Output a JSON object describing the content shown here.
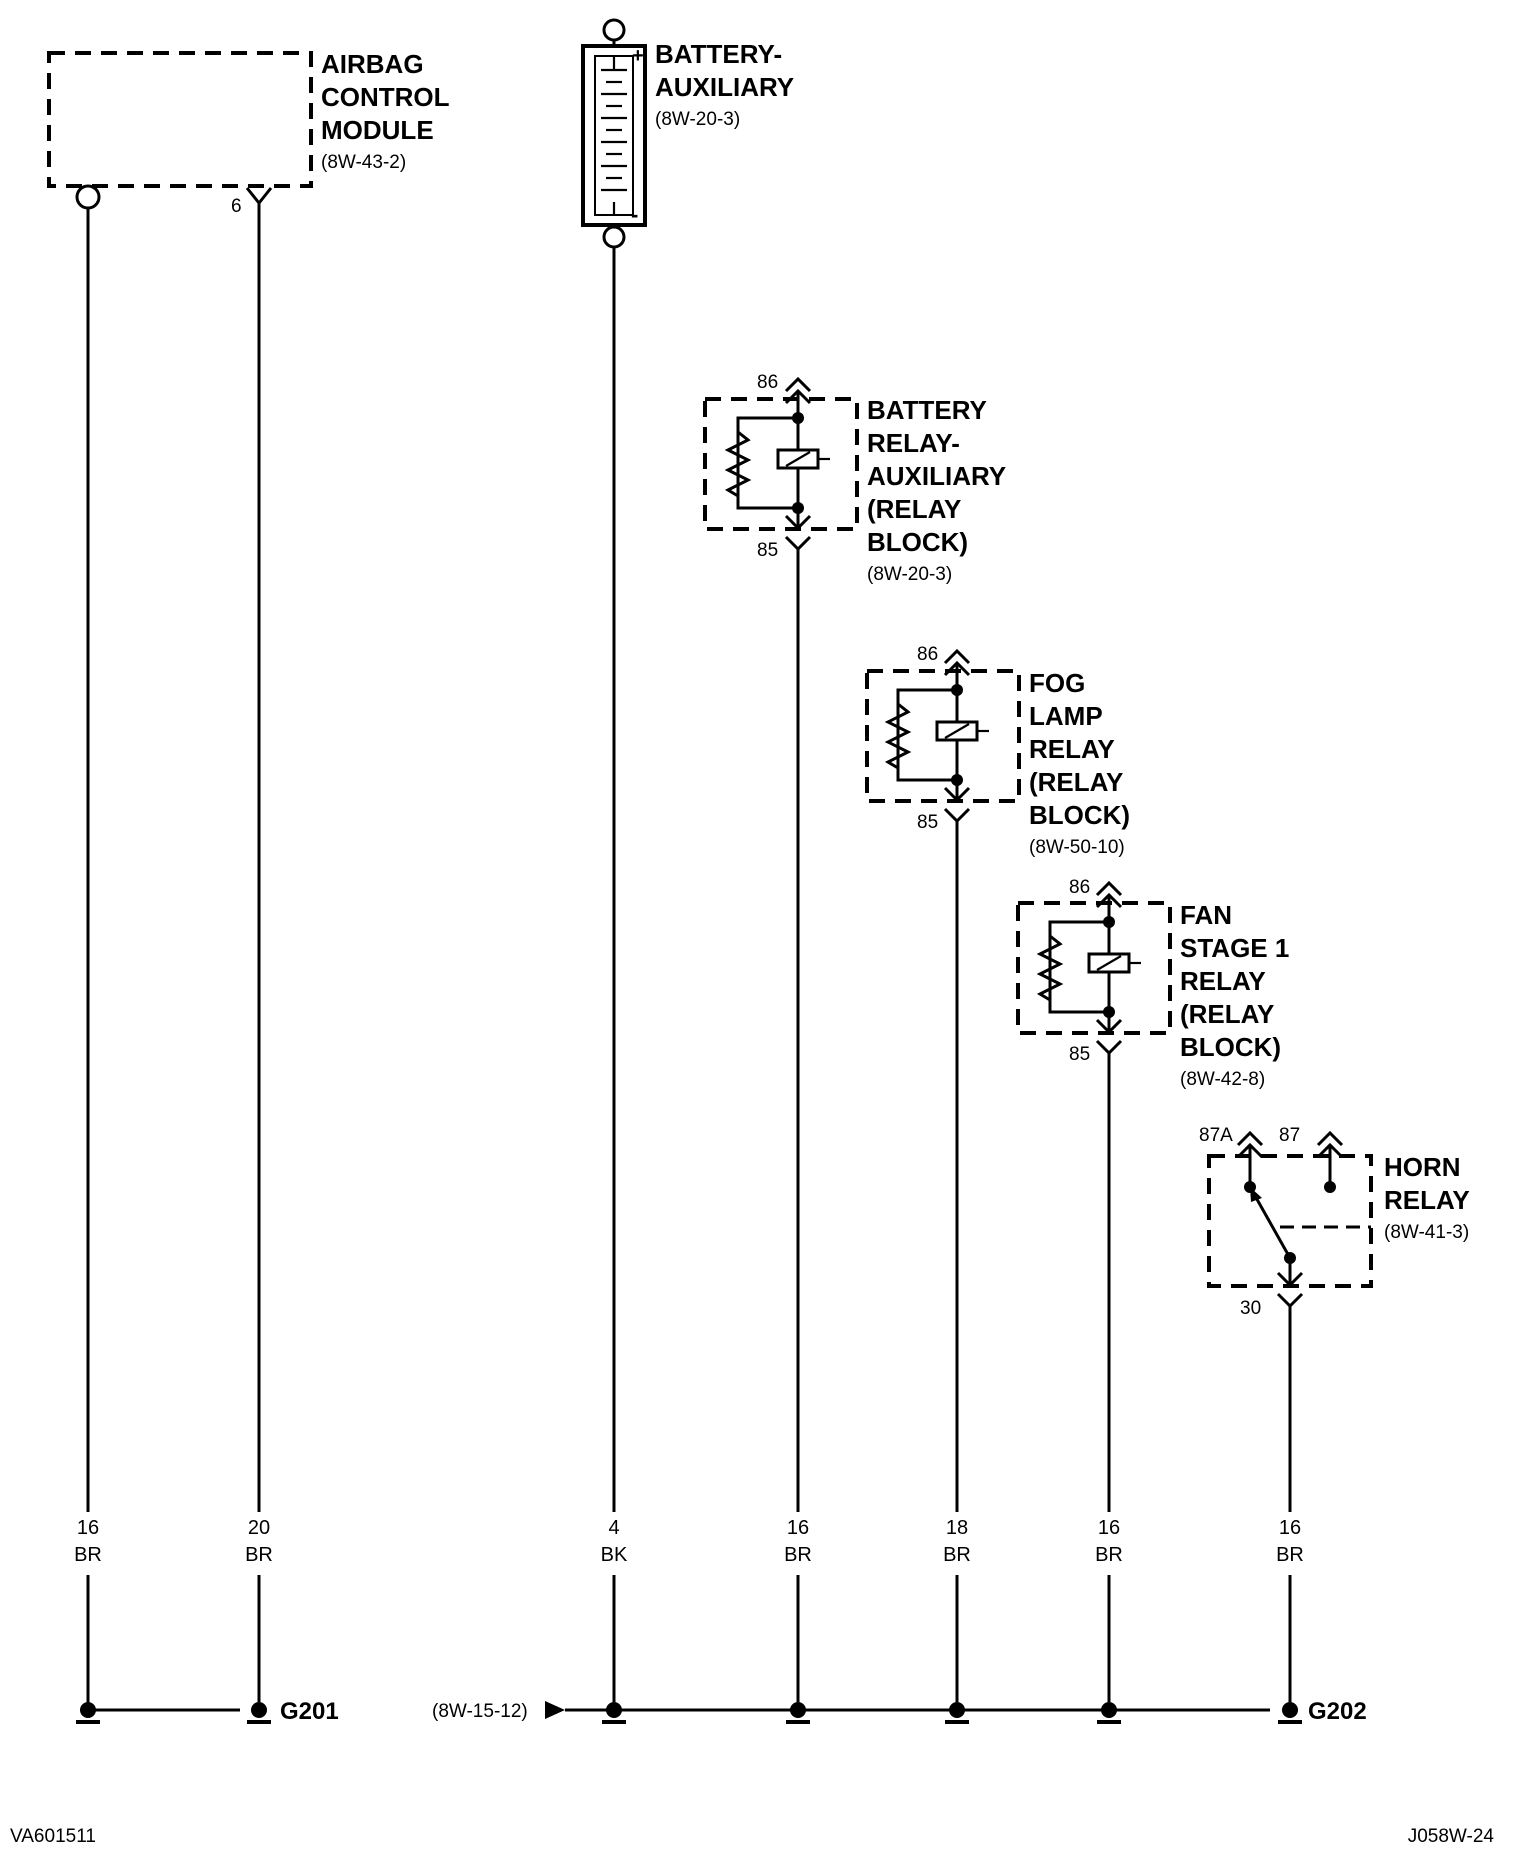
{
  "components": {
    "airbag": {
      "name_lines": [
        "AIRBAG",
        "CONTROL",
        "MODULE"
      ],
      "ref": "(8W-43-2)",
      "pin": "6"
    },
    "battery": {
      "name_lines": [
        "BATTERY-",
        "AUXILIARY"
      ],
      "ref": "(8W-20-3)",
      "plus": "+",
      "minus": "-"
    },
    "battery_relay": {
      "name_lines": [
        "BATTERY",
        "RELAY-",
        "AUXILIARY",
        "(RELAY",
        "BLOCK)"
      ],
      "ref": "(8W-20-3)",
      "pin_top": "86",
      "pin_bottom": "85"
    },
    "fog_relay": {
      "name_lines": [
        "FOG",
        "LAMP",
        "RELAY",
        "(RELAY",
        "BLOCK)"
      ],
      "ref": "(8W-50-10)",
      "pin_top": "86",
      "pin_bottom": "85"
    },
    "fan_relay": {
      "name_lines": [
        "FAN",
        "STAGE 1",
        "RELAY",
        "(RELAY",
        "BLOCK)"
      ],
      "ref": "(8W-42-8)",
      "pin_top": "86",
      "pin_bottom": "85"
    },
    "horn_relay": {
      "name_lines": [
        "HORN",
        "RELAY"
      ],
      "ref": "(8W-41-3)",
      "pin_87a": "87A",
      "pin_87": "87",
      "pin_30": "30"
    }
  },
  "wires": [
    {
      "id": "w1",
      "gauge": "16",
      "color": "BR"
    },
    {
      "id": "w2",
      "gauge": "20",
      "color": "BR"
    },
    {
      "id": "w3",
      "gauge": "4",
      "color": "BK"
    },
    {
      "id": "w4",
      "gauge": "16",
      "color": "BR"
    },
    {
      "id": "w5",
      "gauge": "18",
      "color": "BR"
    },
    {
      "id": "w6",
      "gauge": "16",
      "color": "BR"
    },
    {
      "id": "w7",
      "gauge": "16",
      "color": "BR"
    }
  ],
  "grounds": {
    "g201": "G201",
    "g202": "G202",
    "ref": "(8W-15-12)"
  },
  "footer": {
    "left": "VA601511",
    "right": "J058W-24"
  }
}
